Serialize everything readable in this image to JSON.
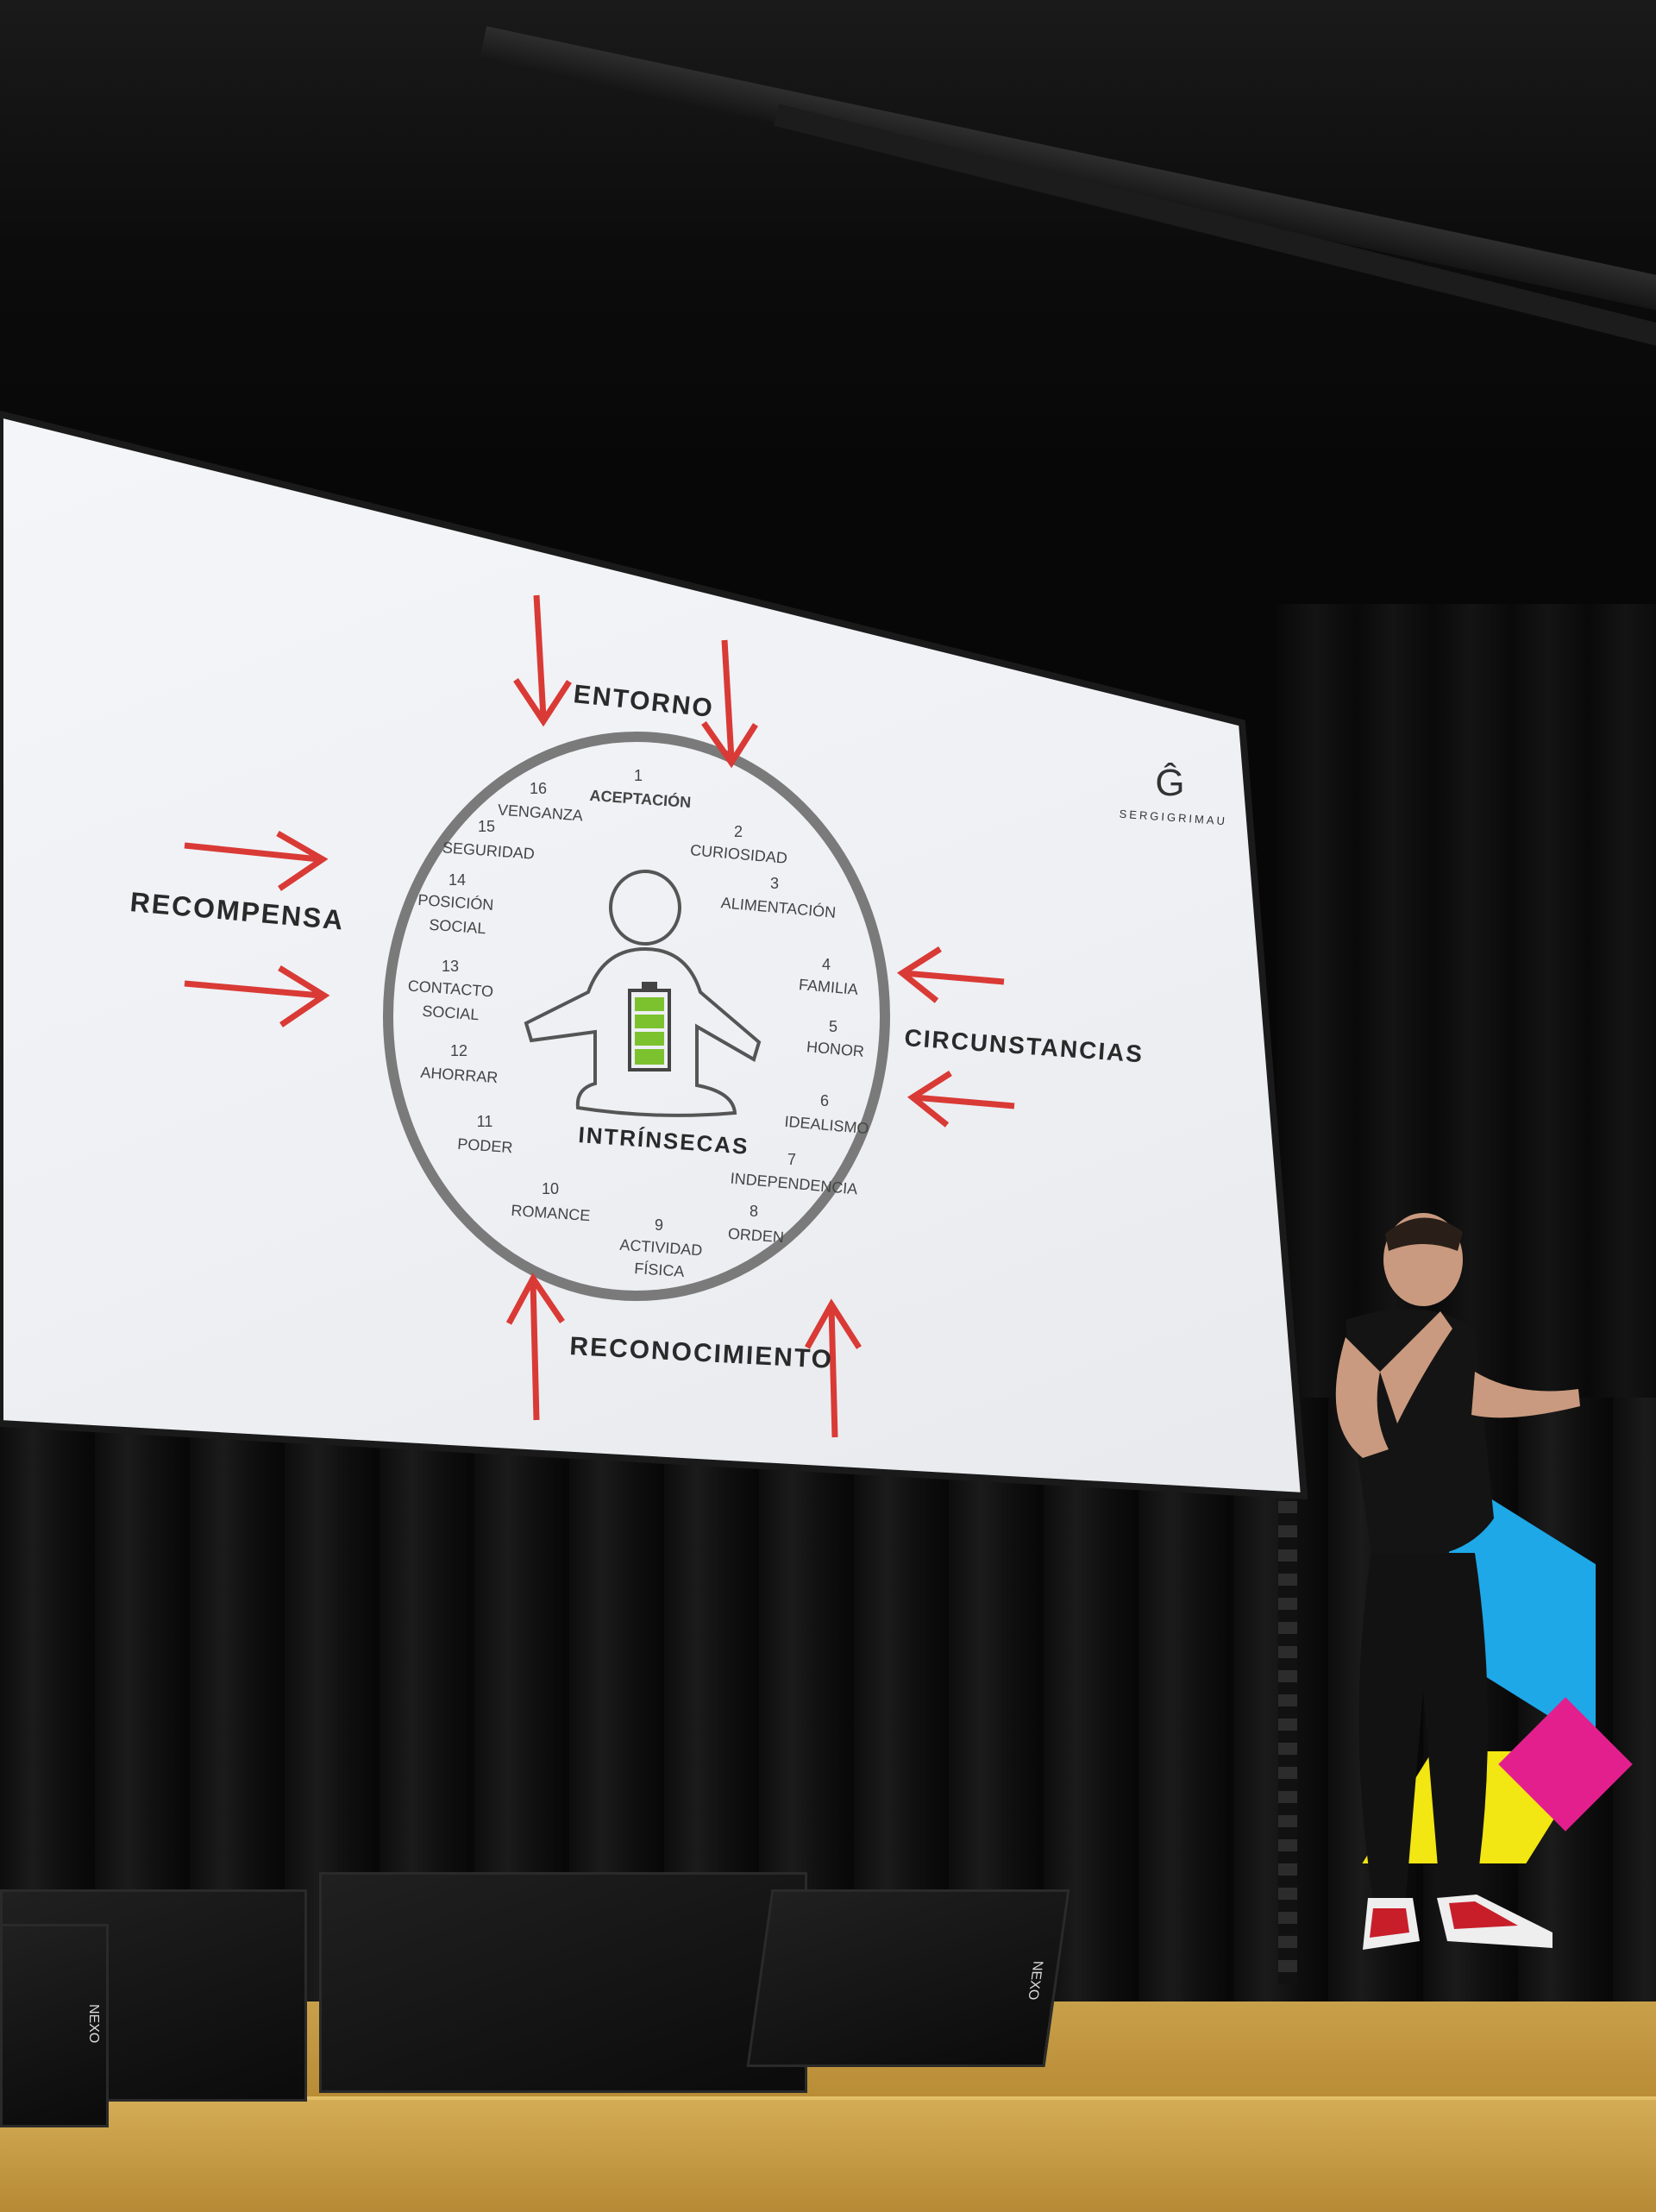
{
  "slide": {
    "top_label": "ENTORNO",
    "left_label": "RECOMPENSA",
    "right_label": "CIRCUNSTANCIAS",
    "bottom_label": "RECONOCIMIENTO",
    "center_label": "INTRÍNSECAS",
    "logo_mark": "Ĝ",
    "logo_text": "SERGIGRIMAU",
    "items": [
      {
        "num": "1",
        "label": "ACEPTACIÓN"
      },
      {
        "num": "2",
        "label": "CURIOSIDAD"
      },
      {
        "num": "3",
        "label": "ALIMENTACIÓN"
      },
      {
        "num": "4",
        "label": "FAMILIA"
      },
      {
        "num": "5",
        "label": "HONOR"
      },
      {
        "num": "6",
        "label": "IDEALISMO"
      },
      {
        "num": "7",
        "label": "INDEPENDENCIA"
      },
      {
        "num": "8",
        "label": "ORDEN"
      },
      {
        "num": "9",
        "label": "ACTIVIDAD",
        "label2": "FÍSICA"
      },
      {
        "num": "10",
        "label": "ROMANCE"
      },
      {
        "num": "11",
        "label": "PODER"
      },
      {
        "num": "12",
        "label": "AHORRAR"
      },
      {
        "num": "13",
        "label": "CONTACTO",
        "label2": "SOCIAL"
      },
      {
        "num": "14",
        "label": "POSICIÓN",
        "label2": "SOCIAL"
      },
      {
        "num": "15",
        "label": "SEGURIDAD"
      },
      {
        "num": "16",
        "label": "VENGANZA"
      }
    ]
  },
  "colors": {
    "arrow": "#d93a35",
    "ring": "#7a7a7a",
    "battery": "#7cc22e",
    "screen": "#f2f4f7"
  },
  "speaker_brand": "NEXO"
}
